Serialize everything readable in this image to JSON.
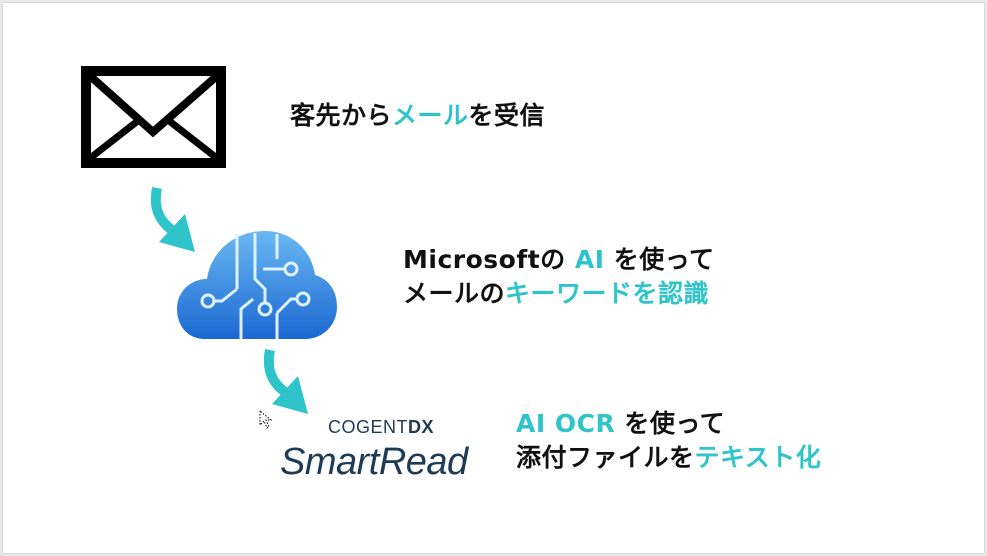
{
  "step1": {
    "prefix": "客先から",
    "highlight": "メール",
    "suffix": "を受信"
  },
  "step2": {
    "line1_prefix": "Microsoftの ",
    "line1_highlight": "AI",
    "line1_suffix": " を使って",
    "line2_prefix": "メールの",
    "line2_highlight": "キーワード",
    "line2_suffix": "を認識"
  },
  "step3": {
    "line1_highlight": "AI OCR",
    "line1_suffix": " を使って",
    "line2_prefix": "添付ファイルを",
    "line2_highlight": "テキスト化"
  },
  "brand": {
    "top_regular": "COGENT",
    "top_bold": "DX",
    "main": "SmartRead"
  },
  "colors": {
    "accent": "#2ec4c9",
    "text": "#111111",
    "cloud_top": "#5fb0ee",
    "cloud_bottom": "#1f6fd6",
    "brand": "#1d3b55"
  },
  "icons": [
    "envelope-icon",
    "arrow-down-right-icon",
    "cloud-circuit-icon",
    "cursor-icon"
  ]
}
